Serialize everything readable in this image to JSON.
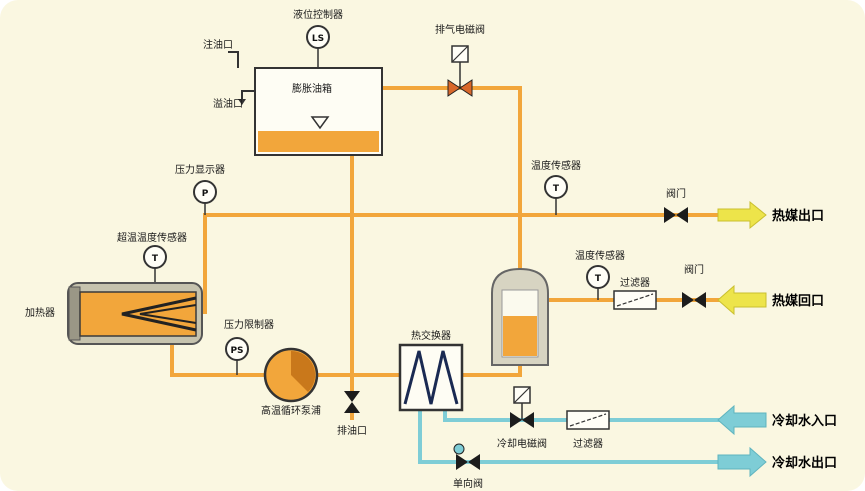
{
  "colors": {
    "background": "#FAF7E1",
    "hot_pipe": "#F2A63B",
    "cool_pipe": "#7ECDD6",
    "hot_arrow": "#EDE44A",
    "valve_dark": "#1C1C1C",
    "hot_valve": "#D9682A"
  },
  "instruments": {
    "level_controller": {
      "label": "液位控制器",
      "tag": "LS"
    },
    "pressure_display": {
      "label": "压力显示器",
      "tag": "P"
    },
    "overtemp_sensor": {
      "label": "超温温度传感器",
      "tag": "T"
    },
    "pressure_limiter": {
      "label": "压力限制器",
      "tag": "PS"
    },
    "temp_sensor_supply": {
      "label": "温度传感器",
      "tag": "T"
    },
    "temp_sensor_return": {
      "label": "温度传感器",
      "tag": "T"
    }
  },
  "equipment": {
    "expansion_tank": {
      "label": "膨胀油箱"
    },
    "fill_port": {
      "label": "注油口"
    },
    "overflow_port": {
      "label": "溢油口"
    },
    "heater": {
      "label": "加热器"
    },
    "circulation_pump": {
      "label": "高温循环泵浦"
    },
    "heat_exchanger": {
      "label": "热交换器"
    },
    "drain_port": {
      "label": "排油口"
    }
  },
  "valves": {
    "exhaust_solenoid": {
      "label": "排气电磁阀"
    },
    "supply_valve": {
      "label": "阀门"
    },
    "return_valve": {
      "label": "阀门"
    },
    "return_filter": {
      "label": "过滤器"
    },
    "cooling_solenoid": {
      "label": "冷却电磁阀"
    },
    "cooling_filter": {
      "label": "过滤器"
    },
    "check_valve": {
      "label": "单向阀"
    }
  },
  "ports": {
    "hot_outlet": {
      "label": "热媒出口"
    },
    "hot_return": {
      "label": "热媒回口"
    },
    "cooling_inlet": {
      "label": "冷却水入口"
    },
    "cooling_outlet": {
      "label": "冷却水出口"
    }
  }
}
